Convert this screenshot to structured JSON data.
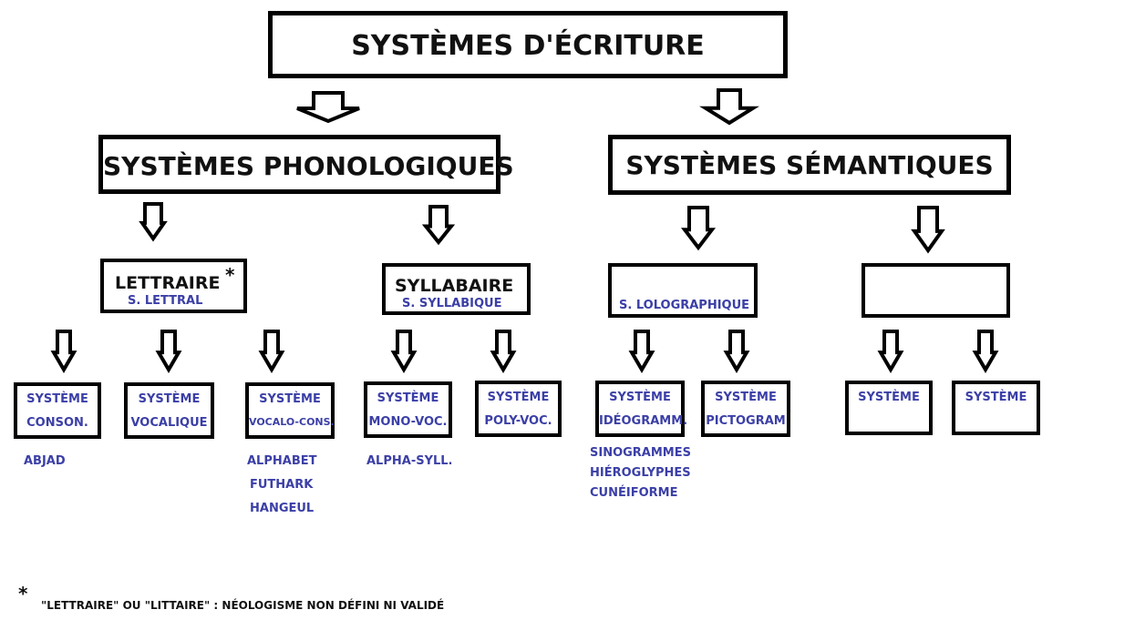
{
  "title": "SYSTÈMES D'ÉCRITURE",
  "phono": {
    "label": "SYSTÈMES PHONOLOGIQUES"
  },
  "sem": {
    "label": "SYSTÈMES SÉMANTIQUES"
  },
  "lettraire": {
    "label": "LETTRAIRE",
    "asterisk": "*",
    "sub": "S. LETTRAL"
  },
  "syllabaire": {
    "label": "SYLLABAIRE",
    "sub": "S. SYLLABIQUE"
  },
  "lolog": {
    "sub": "S. LOLOGRAPHIQUE"
  },
  "leaves": [
    {
      "l1": "SYSTÈME",
      "l2": "CONSON.",
      "examples": [
        "ABJAD"
      ]
    },
    {
      "l1": "SYSTÈME",
      "l2": "VOCALIQUE",
      "examples": []
    },
    {
      "l1": "SYSTÈME",
      "l2": "VOCALO-CONS.",
      "examples": [
        "ALPHABET",
        "FUTHARK",
        "HANGEUL"
      ]
    },
    {
      "l1": "SYSTÈME",
      "l2": "MONO-VOC.",
      "examples": [
        "ALPHA-SYLL."
      ]
    },
    {
      "l1": "SYSTÈME",
      "l2": "POLY-VOC.",
      "examples": []
    },
    {
      "l1": "SYSTÈME",
      "l2": "IDÉOGRAMM.",
      "examples": [
        "SINOGRAMMES",
        "HIÉROGLYPHES",
        "CUNÉIFORME"
      ]
    },
    {
      "l1": "SYSTÈME",
      "l2": "PICTOGRAM",
      "examples": []
    },
    {
      "l1": "SYSTÈME",
      "l2": "",
      "examples": []
    },
    {
      "l1": "SYSTÈME",
      "l2": "",
      "examples": []
    }
  ],
  "footnote": {
    "mark": "*",
    "text": "\"LETTRAIRE\" OU \"LITTAIRE\" : NÉOLOGISME NON DÉFINI NI VALIDÉ"
  },
  "colors": {
    "text_blue": "#3b3fa6",
    "border": "#000000"
  }
}
